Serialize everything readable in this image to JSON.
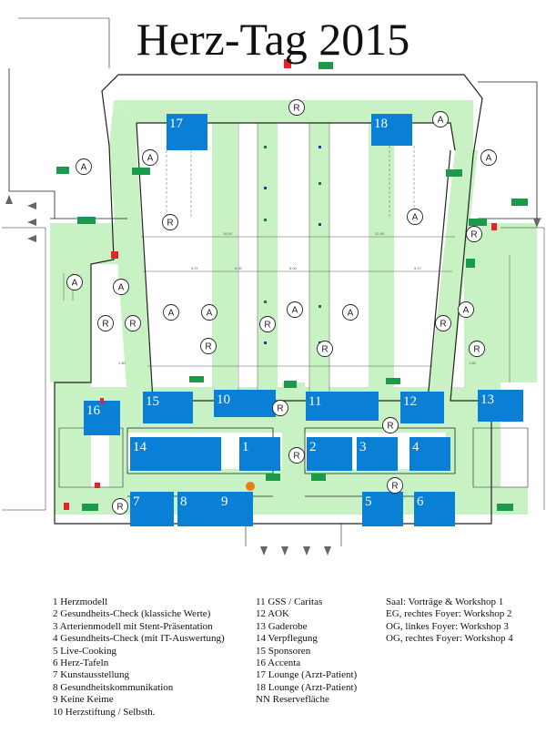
{
  "title": "Herz-Tag 2015",
  "colors": {
    "corridor": "#c9f2c4",
    "booth": "#0a7fd6",
    "wall": "#222222",
    "exit_sign": "#1a9a4a",
    "extinguisher": "#e0262b",
    "entrance_dot": "#f07a10"
  },
  "booths": [
    {
      "id": "17",
      "label": "17"
    },
    {
      "id": "18",
      "label": "18"
    },
    {
      "id": "15",
      "label": "15"
    },
    {
      "id": "10",
      "label": "10"
    },
    {
      "id": "11",
      "label": "11"
    },
    {
      "id": "12",
      "label": "12"
    },
    {
      "id": "13",
      "label": "13"
    },
    {
      "id": "16",
      "label": "16"
    },
    {
      "id": "14",
      "label": "14"
    },
    {
      "id": "1",
      "label": "1"
    },
    {
      "id": "2",
      "label": "2"
    },
    {
      "id": "3",
      "label": "3"
    },
    {
      "id": "4",
      "label": "4"
    },
    {
      "id": "7",
      "label": "7"
    },
    {
      "id": "8",
      "label": "8"
    },
    {
      "id": "9",
      "label": "9"
    },
    {
      "id": "5",
      "label": "5"
    },
    {
      "id": "6",
      "label": "6"
    }
  ],
  "map_markers": {
    "A": "A",
    "R": "R"
  },
  "legend": {
    "col1": [
      "1 Herzmodell",
      "2 Gesundheits-Check (klassiche Werte)",
      "3 Arterienmodell mit Stent-Präsentation",
      "4 Gesundheits-Check (mit IT-Auswertung)",
      "5 Live-Cooking",
      "6 Herz-Tafeln",
      "7 Kunstausstellung",
      "8 Gesundheitskommunikation",
      "9 Keine Keime",
      "10 Herzstiftung / Selbsth."
    ],
    "col2": [
      "11 GSS / Caritas",
      "12 AOK",
      "13 Gaderobe",
      "14 Verpflegung",
      "15 Sponsoren",
      "16 Accenta",
      "17 Lounge (Arzt-Patient)",
      "18 Lounge (Arzt-Patient)",
      "NN Reservefläche"
    ],
    "col3": [
      "Saal:  Vorträge & Workshop 1",
      "EG, rechtes Foyer: Workshop 2",
      "OG, linkes Foyer: Workshop 3",
      "OG, rechtes Foyer: Workshop 4"
    ]
  }
}
